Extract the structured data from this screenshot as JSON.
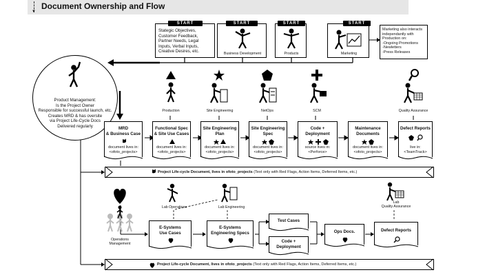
{
  "header": {
    "title": "Document Ownership and Flow"
  },
  "start_label": "START",
  "start_boxes": [
    {
      "text": "Stategic Objectives,\nCustomer Feedback,\nPartner Needs, Legal\nInputs, Verbal Inputs,\nCreative Desires, etc."
    },
    {
      "text": "Business Development"
    },
    {
      "text": "Products"
    },
    {
      "text": "Marketing"
    }
  ],
  "marketing_note": "Marketing also interacts\nindependantly with\nProduction on:\n-Ongoing Promotions\n-Newletters\n-Press Releases",
  "product_mgmt": "Product Management:\nIs the Project Owner\nResponsible for successful launch, etc.\nCreates MRD & has oversite\nvia Project Life-Cycle Docs\nDelivered regularly",
  "teams": [
    {
      "label": "Production",
      "icon": "triangle"
    },
    {
      "label": "Site Engineering",
      "icon": "star"
    },
    {
      "label": "NetOps",
      "icon": "pentagon"
    },
    {
      "label": "SCM",
      "icon": "cross"
    },
    {
      "label": "Quality Assurance",
      "icon": "magnifier"
    }
  ],
  "docs_row1": [
    {
      "title": "MRD\n& Business Case",
      "lives": "document lives in:\n<ofoto_projects>"
    },
    {
      "title": "Functional Spec\n& Site Use Cases",
      "lives": "document lives in:\n<ofoto_projects>"
    },
    {
      "title": "Site Engineering\nPlan",
      "lives": "document lives in:\n<ofoto_projects>"
    },
    {
      "title": "Site Engineering\nSpec",
      "lives": "document lives in:\n<ofoto_projects>"
    },
    {
      "title": "Code +\nDeployment",
      "lives": "source lives in:\n<Perforce>"
    },
    {
      "title": "Maintenance\nDocuments",
      "lives": "document lives in:\n<ofoto_projects>"
    },
    {
      "title": "Defect Reports",
      "lives": "live in:\n<TeamTrack>"
    }
  ],
  "banner1": "Project Life-cycle Document, lives in ofoto_projects",
  "banner1_note": "(Text only with Red Flags, Action Items, Deferred Items, etc.)",
  "ops_label": "Operations\nManagement",
  "lab_ops": "Lab Operations",
  "lab_eng": "Lab Engineering",
  "lab_qa": "Lab\nQuality Assurance",
  "docs_row2": [
    {
      "title": "E-Systems\nUse Cases"
    },
    {
      "title": "E-Systems\nEngineering Specs"
    },
    {
      "title": "Test Cases"
    },
    {
      "title": "Code +\nDeployment"
    },
    {
      "title": "Ops Docs."
    },
    {
      "title": "Defect Reports"
    }
  ],
  "banner2": "Project Life-cycle Document, lives in ofoto_projects",
  "banner2_note": "(Text only with Red Flags, Action Items, Deferred Items, etc.)",
  "colors": {
    "title_bar": "#e6e6e6",
    "ink": "#000000",
    "paper": "#ffffff"
  }
}
